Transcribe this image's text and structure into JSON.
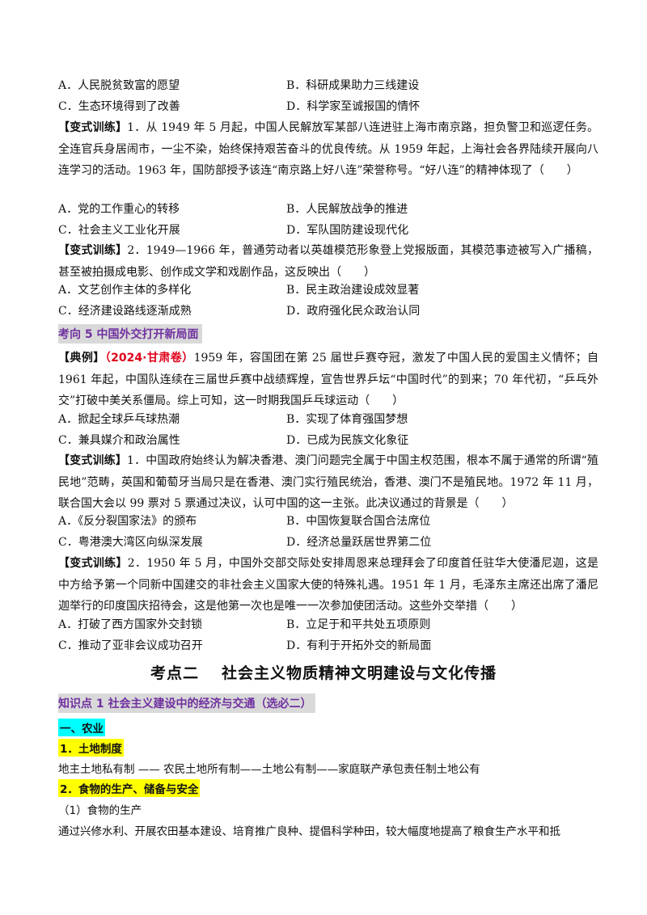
{
  "q0": {
    "A": "A．人民脱贫致富的愿望",
    "B": "B．科研成果助力三线建设",
    "C": "C．生态环境得到了改善",
    "D": "D．科学家至诚报国的情怀"
  },
  "t1": {
    "tag": "【变式训练】",
    "text": "1．从 1949 年 5 月起，中国人民解放军某部八连进驻上海市南京路，担负警卫和巡逻任务。全连官兵身居闹市，一尘不染，始终保持艰苦奋斗的优良传统。从 1959 年起，上海社会各界陆续开展向八连学习的活动。1963 年，国防部授予该连“南京路上好八连”荣誉称号。“好八连”的精神体现了（　　）",
    "A": "A．党的工作重心的转移",
    "B": "B．人民解放战争的推进",
    "C": "C．社会主义工业化开展",
    "D": "D．军队国防建设现代化"
  },
  "t2": {
    "tag": "【变式训练】",
    "text": "2．1949—1966 年，普通劳动者以英雄模范形象登上党报版面，其模范事迹被写入广播稿，甚至被拍摄成电影、创作成文学和戏剧作品，这反映出（　　）",
    "A": "A．文艺创作主体的多样化",
    "B": "B．民主政治建设成效显著",
    "C": "C．经济建设路线逐渐成熟",
    "D": "D．政府强化民众政治认同"
  },
  "section5": "考向 5  中国外交打开新局面",
  "ex": {
    "tag": "【典例】",
    "source": "（2024·甘肃卷）",
    "text": "1959 年，容国团在第 25 届世乒赛夺冠，激发了中国人民的爱国主义情怀；自 1961 年起，中国队连续在三届世乒赛中战绩辉煌，宣告世界乒坛“中国时代”的到来；70 年代初，“乒乓外交”打破中美关系僵局。综上可知，这一时期我国乒乓球运动（　　）",
    "A": "A．掀起全球乒乓球热潮",
    "B": "B．实现了体育强国梦想",
    "C": "C．兼具媒介和政治属性",
    "D": "D．已成为民族文化象征"
  },
  "t3": {
    "tag": "【变式训练】",
    "text": "1．中国政府始终认为解决香港、澳门问题完全属于中国主权范围，根本不属于通常的所谓“殖民地”范畴，英国和葡萄牙当局只是在香港、澳门实行殖民统治，香港、澳门不是殖民地。1972 年 11 月，联合国大会以 99 票对 5 票通过决议，认可中国的这一主张。此决议通过的背景是（　　）",
    "A": "A．《反分裂国家法》的颁布",
    "B": "B．中国恢复联合国合法席位",
    "C": "C．粤港澳大湾区向纵深发展",
    "D": "D．经济总量跃居世界第二位"
  },
  "t4": {
    "tag": "【变式训练】",
    "text": "2．1950 年 5 月，中国外交部交际处安排周恩来总理拜会了印度首任驻华大使潘尼迦，这是中方给予第一个同新中国建交的非社会主义国家大使的特殊礼遇。1951 年 1 月，毛泽东主席还出席了潘尼迦举行的印度国庆招待会，这是他第一次也是唯一一次参加使团活动。这些外交举措（　　）",
    "A": "A．打破了西方国家外交封锁",
    "B": "B．立足于和平共处五项原则",
    "C": "C．推动了亚非会议成功召开",
    "D": "D．有利于开拓外交的新局面"
  },
  "kaodian": {
    "a": "考点二",
    "b": "社会主义物质精神文明建设与文化传播"
  },
  "zsd1": "知识点 1  社会主义建设中的经济与交通（选必二）",
  "h1": "一、农业",
  "h2": "1．土地制度",
  "land": "地主土地私有制 —— 农民土地所有制——土地公有制——家庭联产承包责任制土地公有",
  "h3": "2．食物的生产、储备与安全",
  "h4": "（1）食物的生产",
  "last": "通过兴修水利、开展农田基本建设、培育推广良种、提倡科学种田，较大幅度地提高了粮食生产水平和抵",
  "colors": {
    "purple": "#7030a0",
    "red": "#e0001b",
    "cyan": "#00ffff",
    "yellow": "#ffff00",
    "gray": "#d9d9d9"
  }
}
